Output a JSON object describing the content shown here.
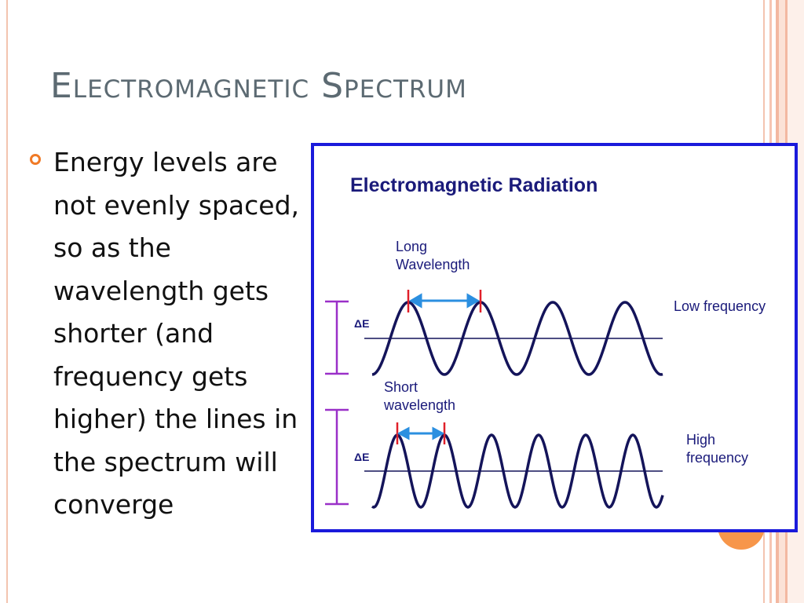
{
  "slide": {
    "title": "Electromagnetic Spectrum",
    "bullet": "Energy levels are not evenly spaced, so as the wavelength gets shorter (and frequency gets higher) the lines in the spectrum will converge"
  },
  "diagram": {
    "heading": "Electromagnetic Radiation",
    "top_label_line1": "Long",
    "top_label_line2": "Wavelength",
    "top_freq_label": "Low frequency",
    "top_delta_label": "ΔE",
    "bottom_label_line1": "Short",
    "bottom_label_line2": "wavelength",
    "bottom_freq_line1": "High",
    "bottom_freq_line2": "frequency",
    "bottom_delta_label": "ΔE",
    "colors": {
      "frame": "#1a1adb",
      "wave": "#14145a",
      "arrow": "#2b8fe0",
      "marker": "#e0202a",
      "bracket": "#9a30c8",
      "accent": "#f7964a"
    }
  }
}
